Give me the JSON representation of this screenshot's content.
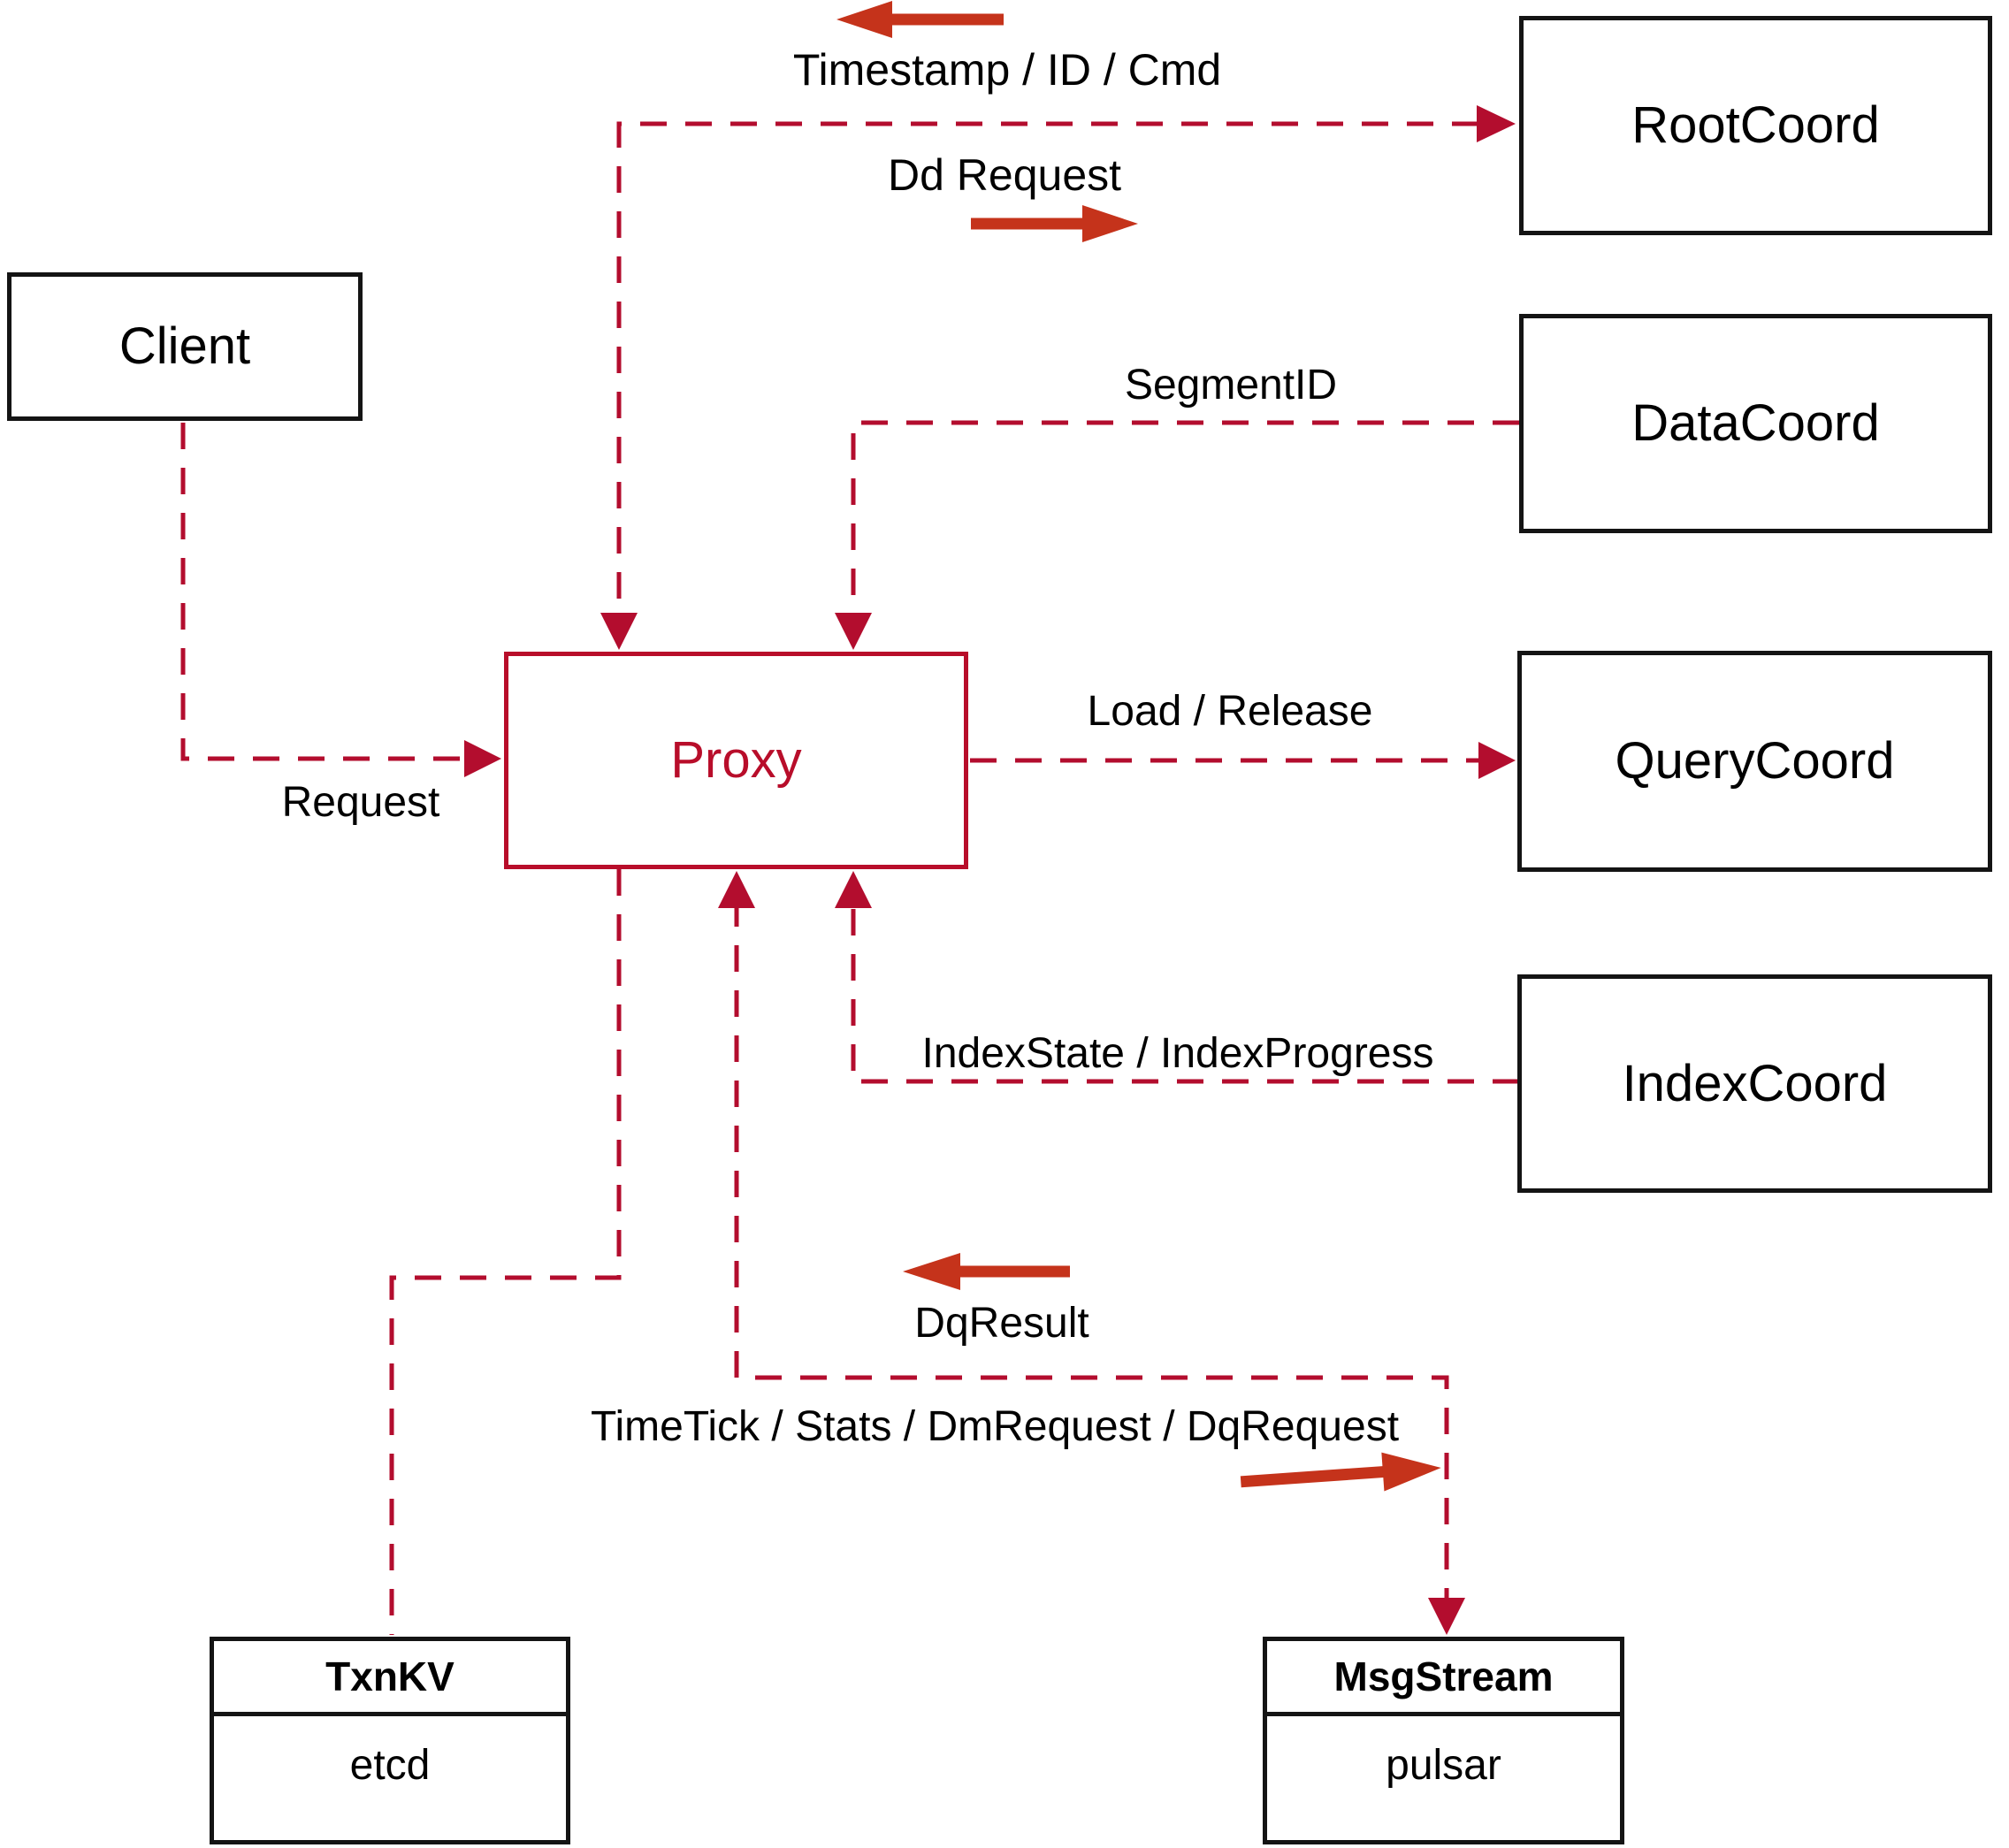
{
  "nodes": {
    "client": {
      "label": "Client"
    },
    "proxy": {
      "label": "Proxy"
    },
    "root_coord": {
      "label": "RootCoord"
    },
    "data_coord": {
      "label": "DataCoord"
    },
    "query_coord": {
      "label": "QueryCoord"
    },
    "index_coord": {
      "label": "IndexCoord"
    },
    "txn_kv": {
      "title": "TxnKV",
      "subtitle": "etcd"
    },
    "msg_stream": {
      "title": "MsgStream",
      "subtitle": "pulsar"
    }
  },
  "edges": {
    "proxy_rootcoord": {
      "label_to_proxy": "Timestamp / ID / Cmd",
      "label_to_coord": "Dd Request"
    },
    "datacoord_proxy": {
      "label": "SegmentID"
    },
    "client_proxy": {
      "label": "Request"
    },
    "proxy_querycoord": {
      "label": "Load / Release"
    },
    "indexcoord_proxy": {
      "label": "IndexState / IndexProgress"
    },
    "proxy_msgstream": {
      "label_to_proxy": "DqResult",
      "label_to_stream": "TimeTick / Stats / DmRequest / DqRequest"
    }
  },
  "colors": {
    "connector": "#b30d2e",
    "solid_arrow": "#c5331b",
    "box_border": "#141414",
    "proxy_accent": "#b80d2a",
    "label_text": "#000000",
    "background": "#ffffff"
  }
}
